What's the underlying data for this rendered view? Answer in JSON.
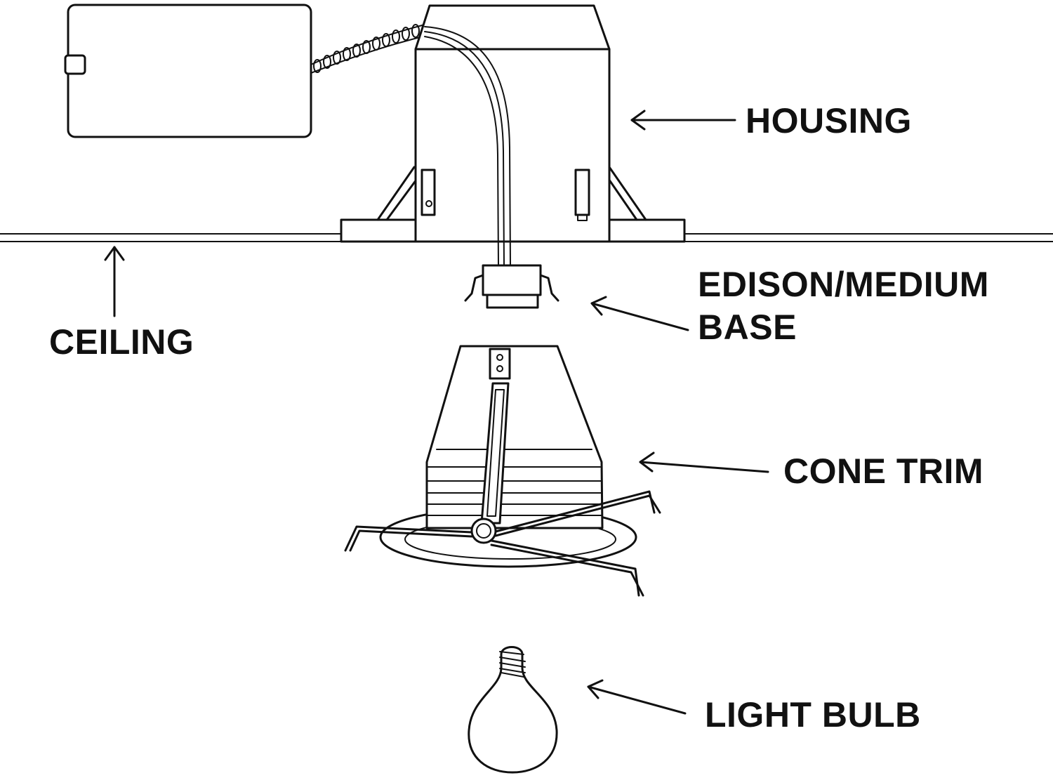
{
  "labels": {
    "housing": "HOUSING",
    "edison_line1": "EDISON/MEDIUM",
    "edison_line2": "BASE",
    "ceiling": "CEILING",
    "cone_trim": "CONE TRIM",
    "light_bulb": "LIGHT BULB"
  },
  "colors": {
    "ink": "#111111",
    "background": "#ffffff"
  }
}
